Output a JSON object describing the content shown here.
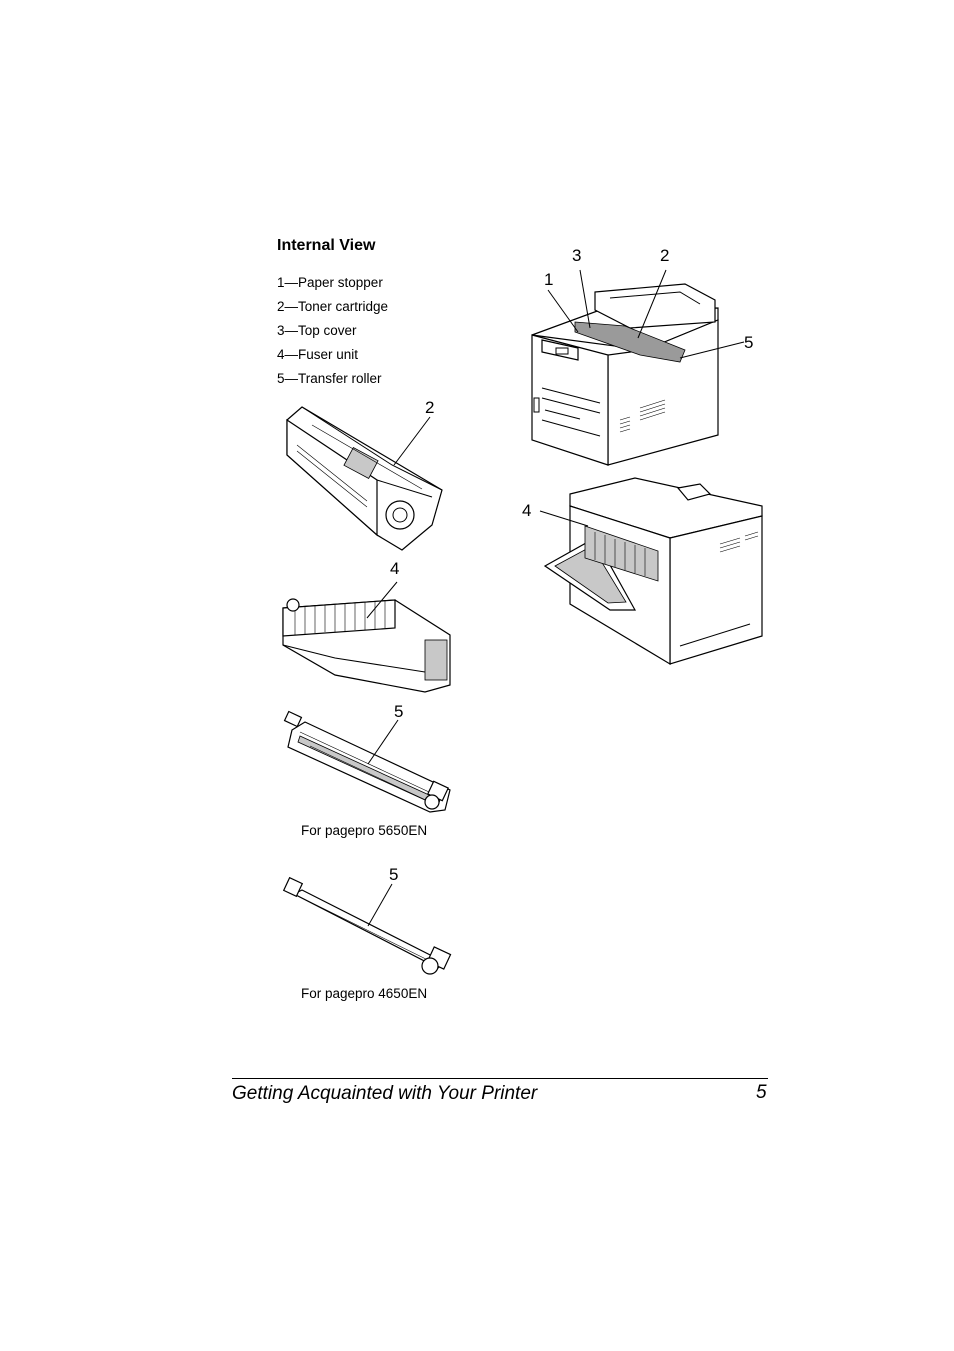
{
  "section": {
    "heading": "Internal View",
    "legend": [
      "1—Paper stopper",
      "2—Toner cartridge",
      "3—Top cover",
      "4—Fuser unit",
      "5—Transfer roller"
    ]
  },
  "figures": {
    "printer_front": {
      "callouts": [
        "1",
        "2",
        "3",
        "5"
      ]
    },
    "printer_rear": {
      "callouts": [
        "4"
      ]
    },
    "toner": {
      "callout": "2"
    },
    "fuser": {
      "callout": "4"
    },
    "roller_5650": {
      "callout": "5",
      "caption": "For pagepro 5650EN"
    },
    "roller_4650": {
      "callout": "5",
      "caption": "For pagepro 4650EN"
    }
  },
  "footer": {
    "title": "Getting Acquainted with Your Printer",
    "page_number": "5"
  }
}
